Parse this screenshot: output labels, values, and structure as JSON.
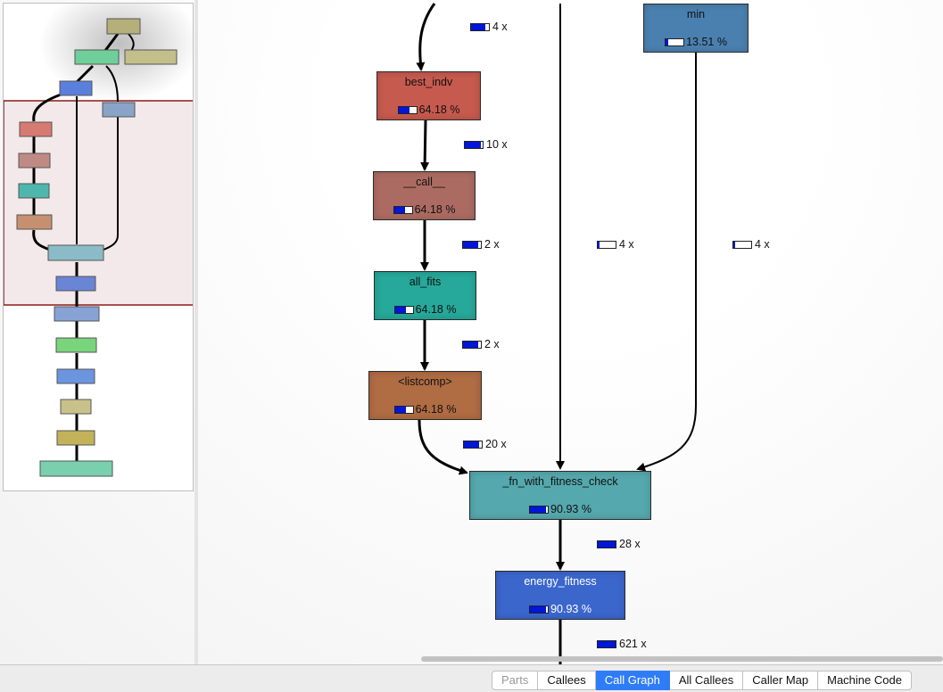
{
  "graph": {
    "nodes": {
      "min": {
        "name": "min",
        "cost": "13.51 %",
        "fill": 0.14,
        "color": "#4a80b0"
      },
      "best_indv": {
        "name": "best_indv",
        "cost": "64.18 %",
        "fill": 0.64,
        "color": "#c65a4e"
      },
      "call": {
        "name": "__call__",
        "cost": "64.18 %",
        "fill": 0.64,
        "color": "#ac6b62"
      },
      "all_fits": {
        "name": "all_fits",
        "cost": "64.18 %",
        "fill": 0.64,
        "color": "#26a89a"
      },
      "listcomp": {
        "name": "<listcomp>",
        "cost": "64.18 %",
        "fill": 0.64,
        "color": "#b06c43"
      },
      "fn_with_fitness_check": {
        "name": "_fn_with_fitness_check",
        "cost": "90.93 %",
        "fill": 0.91,
        "color": "#55a8ad"
      },
      "energy_fitness": {
        "name": "energy_fitness",
        "cost": "90.93 %",
        "fill": 0.91,
        "color": "#3b66cc"
      }
    },
    "calls": {
      "c1": {
        "label": "4 x",
        "fill": 0.8
      },
      "c2": {
        "label": "10 x",
        "fill": 0.9
      },
      "c3": {
        "label": "2 x",
        "fill": 0.85
      },
      "c4": {
        "label": "4 x",
        "fill": 0.08
      },
      "c5": {
        "label": "4 x",
        "fill": 0.08
      },
      "c6": {
        "label": "2 x",
        "fill": 0.85
      },
      "c7": {
        "label": "20 x",
        "fill": 0.85
      },
      "c8": {
        "label": "28 x",
        "fill": 1.0
      },
      "c9": {
        "label": "621 x",
        "fill": 1.0
      }
    }
  },
  "tabs": [
    {
      "label": "Parts",
      "state": "disabled"
    },
    {
      "label": "Callees",
      "state": "normal"
    },
    {
      "label": "Call Graph",
      "state": "active"
    },
    {
      "label": "All Callees",
      "state": "normal"
    },
    {
      "label": "Caller Map",
      "state": "normal"
    },
    {
      "label": "Machine Code",
      "state": "normal"
    }
  ],
  "colors": {
    "bar_fill": "#0016d8",
    "active_tab": "#2f7df6",
    "overview_frame": "#8b1a1a"
  }
}
